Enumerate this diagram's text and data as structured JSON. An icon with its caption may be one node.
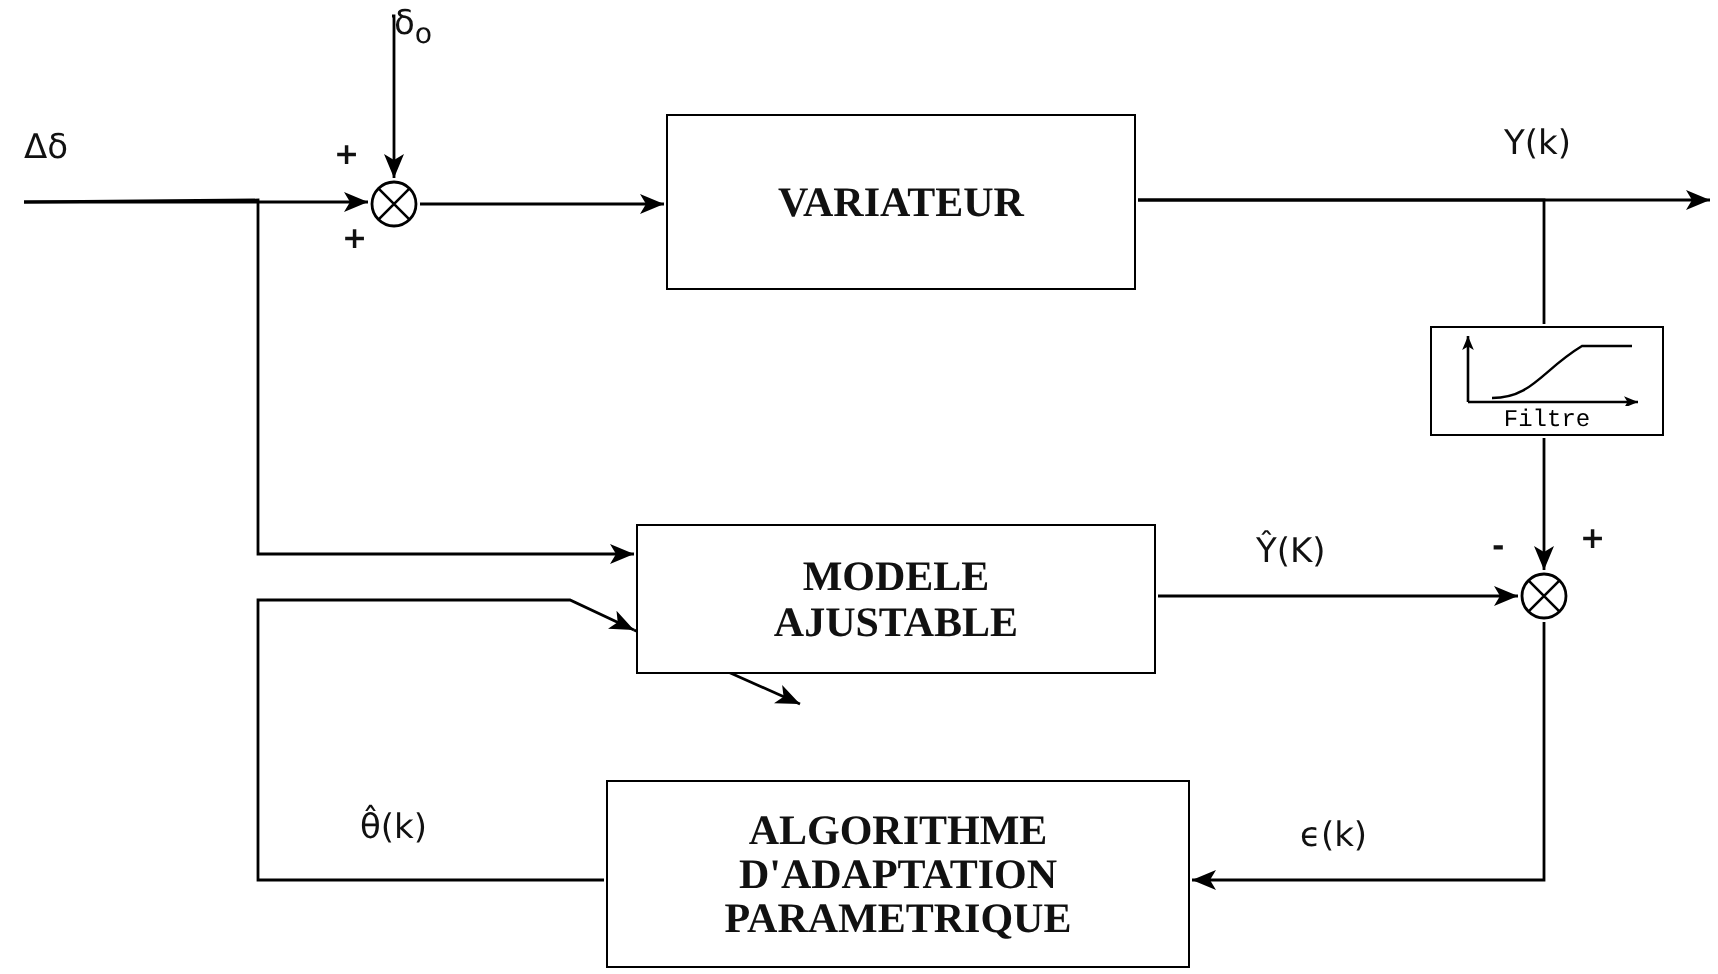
{
  "diagram": {
    "nodes": [
      {
        "text": [
          "Δδ"
        ]
      },
      {
        "text": [
          "δ$_{o}$"
        ]
      },
      {
        "text": [],
        "shape": "circle",
        "beside": [
          "+",
          "+"
        ]
      },
      {
        "text": [
          "VARIATEUR"
        ]
      },
      {
        "text": [
          "Filtre"
        ]
      },
      {
        "text": [],
        "shape": "circle",
        "beside": [
          "-",
          "+"
        ]
      },
      {
        "text": [
          "MODELE AJUSTABLE"
        ]
      },
      {
        "text": [
          "ALGORITHME D'ADAPTATION PARAMETRIQUE"
        ]
      }
    ],
    "edges": [
      {
        "from": 0,
        "to": 2,
        "arrow": "to"
      },
      {
        "from": 0,
        "to": 6,
        "arrow": "to"
      },
      {
        "from": 1,
        "to": 2,
        "arrow": "to"
      },
      {
        "from": 2,
        "to": 3,
        "arrow": "to"
      },
      {
        "from": 3,
        "to": null,
        "arrow": "to",
        "label": "Y(k)"
      },
      {
        "from": 3,
        "to": 4,
        "arrow": "none"
      },
      {
        "from": 4,
        "to": 5,
        "arrow": "to"
      },
      {
        "from": 6,
        "to": 5,
        "arrow": "to",
        "label": "Ŷ(K)"
      },
      {
        "from": 5,
        "to": 7,
        "arrow": "to",
        "label": "ϵ(k)"
      },
      {
        "from": 7,
        "to": 6,
        "arrow": "to",
        "label": "θ̂(k)"
      }
    ]
  }
}
